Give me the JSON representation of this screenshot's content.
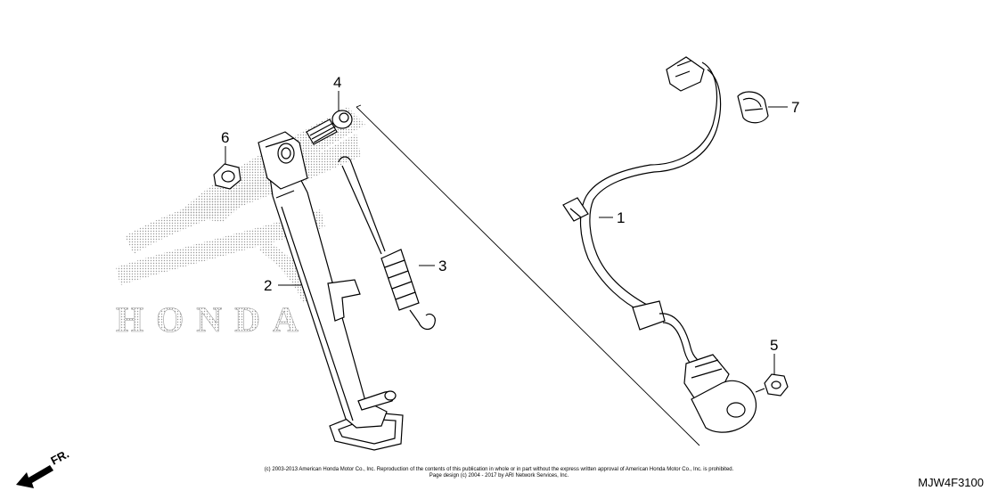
{
  "diagram": {
    "callouts": {
      "c1": "1",
      "c2": "2",
      "c3": "3",
      "c4": "4",
      "c5": "5",
      "c6": "6",
      "c7": "7"
    },
    "direction_label": "FR.",
    "part_code": "MJW4F3100",
    "copyright_line1": "(c) 2003-2013 American Honda Motor Co., Inc. Reproduction of the contents of this publication in whole or in part without the express written approval of American Honda Motor Co., Inc. is prohibited.",
    "copyright_line2": "Page design (c) 2004 - 2017 by ARI Network Services, Inc.",
    "watermark_text": "HONDA",
    "colors": {
      "line": "#000000",
      "watermark": "#b5b5b5",
      "background": "#ffffff"
    }
  }
}
